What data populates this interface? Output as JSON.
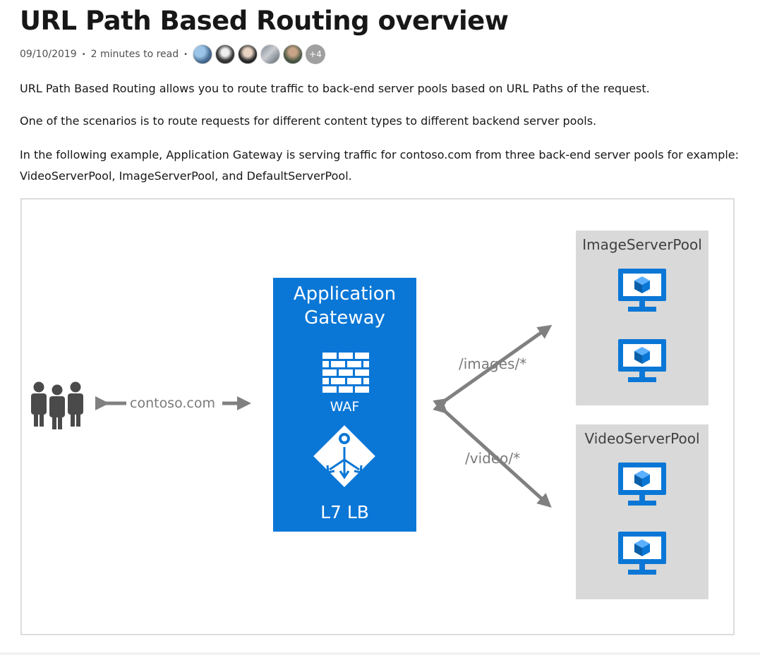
{
  "article": {
    "title": "URL Path Based Routing overview",
    "date": "09/10/2019",
    "read_time": "2 minutes to read",
    "separator": "•",
    "contributors_more": "+4",
    "paragraphs": [
      "URL Path Based Routing allows you to route traffic to back-end server pools based on URL Paths of the request.",
      "One of the scenarios is to route requests for different content types to different backend server pools.",
      "In the following example, Application Gateway is serving traffic for contoso.com from three back-end server pools for example: VideoServerPool, ImageServerPool, and DefaultServerPool."
    ]
  },
  "diagram": {
    "client_label": "contoso.com",
    "gateway": {
      "title_line1": "Application",
      "title_line2": "Gateway",
      "waf_label": "WAF",
      "lb_label": "L7 LB"
    },
    "routes": {
      "images": "/images/*",
      "video": "/video/*"
    },
    "pools": {
      "image": "ImageServerPool",
      "video": "VideoServerPool"
    },
    "colors": {
      "gateway_blue": "#0a77d6",
      "monitor_blue": "#0a77d6",
      "pool_gray": "#d9d9d9",
      "arrow_gray": "#808080",
      "people_gray": "#4a4a4a"
    },
    "icons": [
      "users-icon",
      "firewall-icon",
      "load-balancer-icon",
      "vm-monitor-icon"
    ]
  }
}
